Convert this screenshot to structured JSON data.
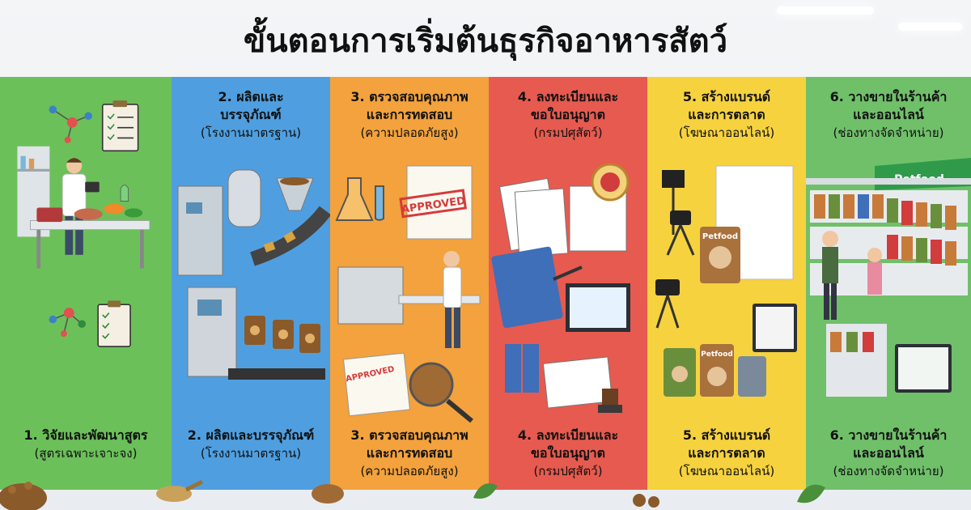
{
  "title": "ขั้นตอนการเริ่มต้นธุรกิจอาหารสัตว์",
  "colors": {
    "step1": "#6cc05a",
    "step2": "#4f9fe0",
    "step3": "#f3a23d",
    "step4": "#e75a4f",
    "step5": "#f6d23f",
    "step6": "#70c06a"
  },
  "steps": [
    {
      "head_line1": "",
      "head_line2": "",
      "head_line3": "",
      "foot_line1": "1. วิจัยและพัฒนาสูตร",
      "foot_line2": "",
      "foot_line3": "(สูตรเฉพาะเจาะจง)"
    },
    {
      "head_line1": "2. ผลิตและ",
      "head_line2": "บรรจุภัณฑ์",
      "head_line3": "(โรงงานมาตรฐาน)",
      "foot_line1": "2. ผลิตและบรรจุภัณฑ์",
      "foot_line2": "",
      "foot_line3": "(โรงงานมาตรฐาน)"
    },
    {
      "head_line1": "3. ตรวจสอบคุณภาพ",
      "head_line2": "และการทดสอบ",
      "head_line3": "(ความปลอดภัยสูง)",
      "foot_line1": "3. ตรวจสอบคุณภาพ",
      "foot_line2": "และการทดสอบ",
      "foot_line3": "(ความปลอดภัยสูง)"
    },
    {
      "head_line1": "4. ลงทะเบียนและ",
      "head_line2": "ขอใบอนุญาต",
      "head_line3": "(กรมปศุสัตว์)",
      "foot_line1": "4. ลงทะเบียนและ",
      "foot_line2": "ขอใบอนุญาต",
      "foot_line3": "(กรมปศุสัตว์)"
    },
    {
      "head_line1": "5. สร้างแบรนด์",
      "head_line2": "และการตลาด",
      "head_line3": "(โฆษณาออนไลน์)",
      "foot_line1": "5. สร้างแบรนด์",
      "foot_line2": "และการตลาด",
      "foot_line3": "(โฆษณาออนไลน์)"
    },
    {
      "head_line1": "6. วางขายในร้านค้า",
      "head_line2": "และออนไลน์",
      "head_line3": "(ช่องทางจัดจำหน่าย)",
      "foot_line1": "6. วางขายในร้านค้า",
      "foot_line2": "และออนไลน์",
      "foot_line3": "(ช่องทางจัดจำหน่าย)"
    }
  ],
  "stamps": {
    "approved": "APPROVED"
  },
  "brand": {
    "petfood": "Petfood",
    "store_sign": "Petfood"
  }
}
